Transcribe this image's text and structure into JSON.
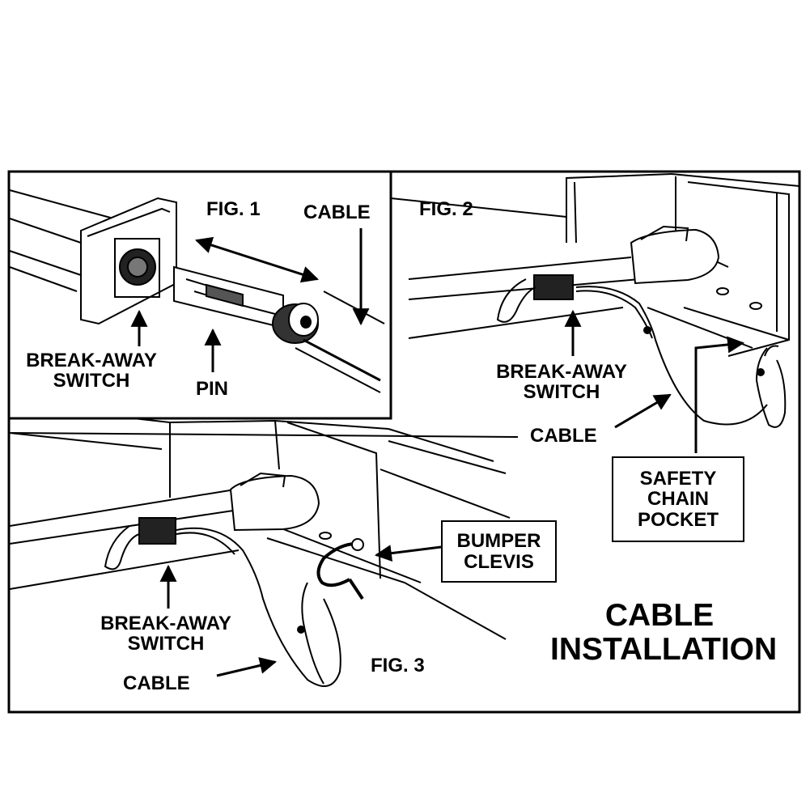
{
  "title": {
    "line1": "CABLE",
    "line2": "INSTALLATION"
  },
  "fig1": {
    "label": "FIG. 1",
    "cable": "CABLE",
    "switch_line1": "BREAK-AWAY",
    "switch_line2": "SWITCH",
    "pin": "PIN"
  },
  "fig2": {
    "label": "FIG. 2",
    "switch_line1": "BREAK-AWAY",
    "switch_line2": "SWITCH",
    "cable": "CABLE",
    "pocket_line1": "SAFETY",
    "pocket_line2": "CHAIN",
    "pocket_line3": "POCKET"
  },
  "fig3": {
    "label": "FIG. 3",
    "switch_line1": "BREAK-AWAY",
    "switch_line2": "SWITCH",
    "cable": "CABLE",
    "clevis_line1": "BUMPER",
    "clevis_line2": "CLEVIS"
  }
}
